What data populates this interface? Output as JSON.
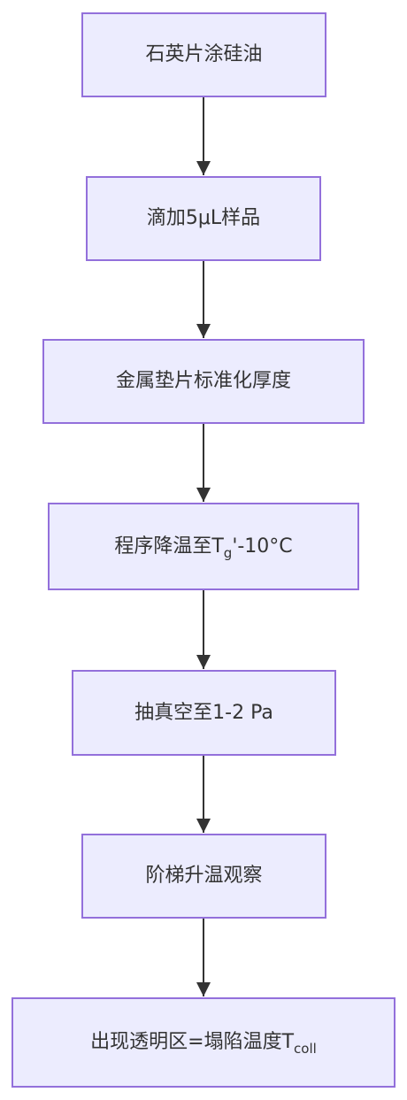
{
  "flowchart": {
    "steps": [
      {
        "text": "石英片涂硅油"
      },
      {
        "text": "滴加5μL样品"
      },
      {
        "text": "金属垫片标准化厚度"
      },
      {
        "text_main": "程序降温至T",
        "text_sub": "g",
        "text_after": "'-10°C"
      },
      {
        "text": "抽真空至1-2 Pa"
      },
      {
        "text": "阶梯升温观察"
      },
      {
        "text_main": "出现透明区=塌陷温度T",
        "text_sub": "coll"
      }
    ]
  },
  "colors": {
    "node_fill": "#ececfe",
    "node_border": "#9370db",
    "edge": "#333333",
    "text": "#333333"
  }
}
